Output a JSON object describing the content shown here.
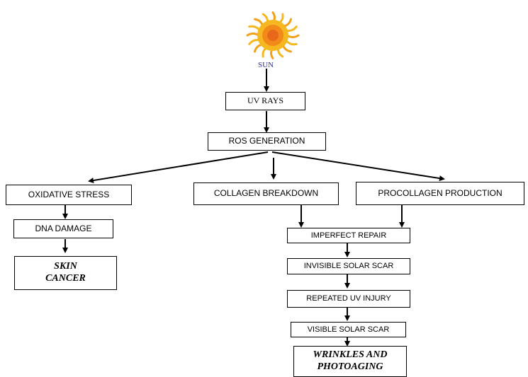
{
  "sun": {
    "label": "SUN",
    "icon": "sun-icon",
    "core_color": "#f28a1a",
    "ray_color": "#f6b820"
  },
  "nodes": {
    "uv_rays": "UV RAYS",
    "ros_generation": "ROS GENERATION",
    "oxidative_stress": "OXIDATIVE STRESS",
    "collagen_breakdown": "COLLAGEN BREAKDOWN",
    "procollagen_production": "PROCOLLAGEN PRODUCTION",
    "dna_damage": "DNA DAMAGE",
    "skin_cancer_line1": "SKIN",
    "skin_cancer_line2": "CANCER",
    "imperfect_repair": "IMPERFECT REPAIR",
    "invisible_solar_scar": "INVISIBLE SOLAR SCAR",
    "repeated_uv_injury": "REPEATED UV INJURY",
    "visible_solar_scar": "VISIBLE SOLAR SCAR",
    "wrinkles_line1": "WRINKLES AND",
    "wrinkles_line2": "PHOTOAGING"
  }
}
